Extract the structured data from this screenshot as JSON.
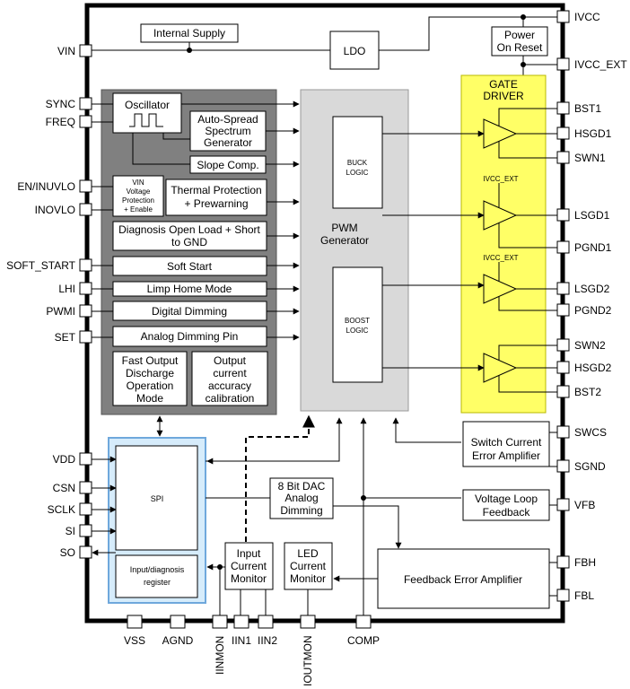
{
  "pins": {
    "ivcc": "IVCC",
    "ivcc_ext": "IVCC_EXT",
    "vin": "VIN",
    "sync": "SYNC",
    "freq": "FREQ",
    "en_inuvlo": "EN/INUVLO",
    "inovlo": "INOVLO",
    "soft_start": "SOFT_START",
    "lhi": "LHI",
    "pwmi": "PWMI",
    "set": "SET",
    "vdd": "VDD",
    "csn": "CSN",
    "sclk": "SCLK",
    "si": "SI",
    "so": "SO",
    "bst1": "BST1",
    "hsgd1": "HSGD1",
    "swn1": "SWN1",
    "lsgd1": "LSGD1",
    "pgnd1": "PGND1",
    "lsgd2": "LSGD2",
    "pgnd2": "PGND2",
    "swn2": "SWN2",
    "hsgd2": "HSGD2",
    "bst2": "BST2",
    "swcs": "SWCS",
    "sgnd": "SGND",
    "vfb": "VFB",
    "fbh": "FBH",
    "fbl": "FBL",
    "vss": "VSS",
    "agnd": "AGND",
    "iinmon": "IINMON",
    "iin1": "IIN1",
    "iin2": "IIN2",
    "ioutmon": "IOUTMON",
    "comp": "COMP"
  },
  "blocks": {
    "internal_supply": "Internal Supply",
    "ldo": "LDO",
    "power_on_reset": [
      "Power",
      "On Reset"
    ],
    "gate_driver": [
      "GATE",
      "DRIVER"
    ],
    "oscillator": "Oscillator",
    "auto_spread": [
      "Auto-Spread",
      "Spectrum",
      "Generator"
    ],
    "slope_comp": "Slope Comp.",
    "vin_protection": [
      "VIN",
      "Voltage",
      "Protection",
      "+ Enable"
    ],
    "thermal_protection": [
      "Thermal Protection",
      "+ Prewarning"
    ],
    "diagnosis": [
      "Diagnosis Open Load + Short",
      "to GND"
    ],
    "soft_start_block": "Soft Start",
    "limp_home": "Limp Home Mode",
    "digital_dimming": "Digital Dimming",
    "analog_dimming_pin": "Analog Dimming Pin",
    "fast_output": [
      "Fast Output",
      "Discharge",
      "Operation",
      "Mode"
    ],
    "output_current": [
      "Output",
      "current",
      "accuracy",
      "calibration"
    ],
    "buck_logic": [
      "BUCK",
      "LOGIC"
    ],
    "boost_logic": [
      "BOOST",
      "LOGIC"
    ],
    "pwm_generator": [
      "PWM",
      "Generator"
    ],
    "ivcc_ext_label": "IVCC_EXT",
    "spi": "SPI",
    "input_diag_register": [
      "Input/diagnosis",
      "register"
    ],
    "dac": [
      "8 Bit DAC",
      "Analog",
      "Dimming"
    ],
    "input_current_monitor": [
      "Input",
      "Current",
      "Monitor"
    ],
    "led_current_monitor": [
      "LED",
      "Current",
      "Monitor"
    ],
    "switch_current_amp": [
      "Switch Current",
      "Error Amplifier"
    ],
    "voltage_loop": [
      "Voltage Loop",
      "Feedback"
    ],
    "feedback_error_amp": "Feedback Error Amplifier"
  },
  "colors": {
    "dark_block": "#808080",
    "pwm_block": "#d9d9d9",
    "gate_driver": "#ffff66",
    "spi_block": "#d6ecfb",
    "spi_border": "#6fa8dc"
  }
}
